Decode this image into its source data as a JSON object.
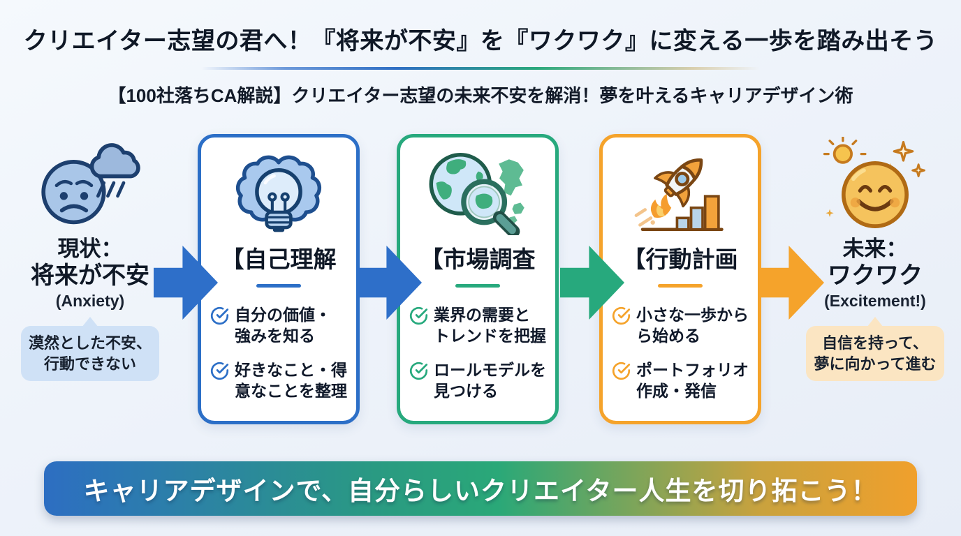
{
  "header": {
    "title": "クリエイター志望の君へ！『将来が不安』を『ワクワク』に変える一歩を踏み出そう",
    "subtitle": "【100社落ちCA解説】クリエイター志望の未来不安を解消！夢を叶えるキャリアデザイン術"
  },
  "flow": {
    "start": {
      "icon": "sad-face-rain-cloud",
      "label_line1": "現状：",
      "label_line2": "将来が不安",
      "label_sub": "(Anxiety)",
      "bubble": "漠然とした不安、\n行動できない"
    },
    "steps": [
      {
        "icon": "brain-lightbulb",
        "title": "【自己理解",
        "accent": "#2c6fc7",
        "items": [
          "自分の価値・\n強みを知る",
          "好きなこと・得\n意なことを整理"
        ]
      },
      {
        "icon": "globe-magnifier",
        "title": "【市場調査",
        "accent": "#27a97d",
        "items": [
          "業界の需要と\nトレンドを把握",
          "ロールモデルを\n見つける"
        ]
      },
      {
        "icon": "rocket-growth-chart",
        "title": "【行動計画",
        "accent": "#f5a32b",
        "items": [
          "小さな一歩から\nら始める",
          "ポートフォリオ\n作成・発信"
        ]
      }
    ],
    "end": {
      "icon": "happy-face-sun-sparkles",
      "label_line1": "未来：",
      "label_line2": "ワクワク",
      "label_sub": "(Excitement!)",
      "bubble": "自信を持って、\n夢に向かって進む"
    }
  },
  "footer": {
    "banner": "キャリアデザインで、自分らしいクリエイター人生を切り拓こう！"
  },
  "colors": {
    "blue": "#2c6fc7",
    "green": "#27a97d",
    "orange": "#f5a32b",
    "bubble_blue": "#cfe1f6",
    "bubble_orange": "#fbe5c2",
    "banner_gradient": [
      "#2d6ec2",
      "#2aa878",
      "#f0a02c"
    ]
  }
}
